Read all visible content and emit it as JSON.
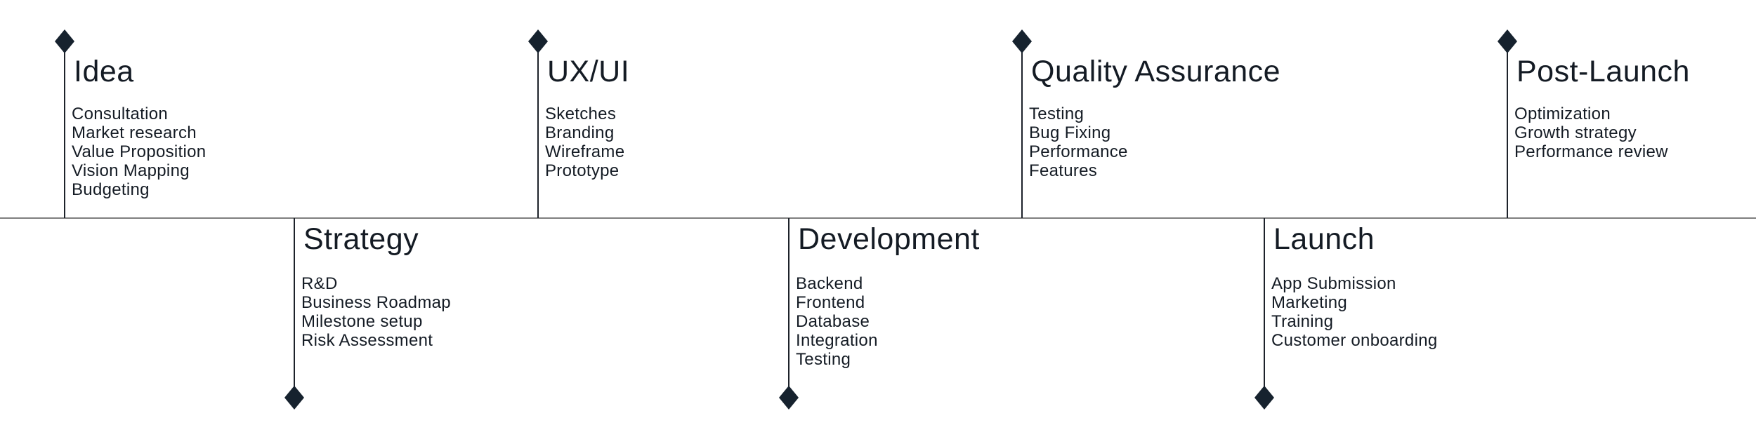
{
  "colors": {
    "background": "#ffffff",
    "diamond": "#16222e",
    "stem": "#1d222a",
    "timeline": "#7f7f7f",
    "text": "#141b24"
  },
  "phases": [
    {
      "title": "Idea",
      "side": "top",
      "items": [
        "Consultation",
        "Market research",
        "Value Proposition",
        "Vision Mapping",
        "Budgeting"
      ]
    },
    {
      "title": "Strategy",
      "side": "bottom",
      "items": [
        "R&D",
        "Business Roadmap",
        "Milestone setup",
        "Risk Assessment"
      ]
    },
    {
      "title": "UX/UI",
      "side": "top",
      "items": [
        "Sketches",
        "Branding",
        "Wireframe",
        "Prototype"
      ]
    },
    {
      "title": "Development",
      "side": "bottom",
      "items": [
        "Backend",
        "Frontend",
        "Database",
        "Integration",
        "Testing"
      ]
    },
    {
      "title": "Quality Assurance",
      "side": "top",
      "items": [
        "Testing",
        "Bug Fixing",
        "Performance",
        "Features"
      ]
    },
    {
      "title": "Launch",
      "side": "bottom",
      "items": [
        "App Submission",
        "Marketing",
        "Training",
        "Customer onboarding"
      ]
    },
    {
      "title": "Post-Launch",
      "side": "top",
      "items": [
        "Optimization",
        "Growth strategy",
        "Performance review"
      ]
    }
  ]
}
